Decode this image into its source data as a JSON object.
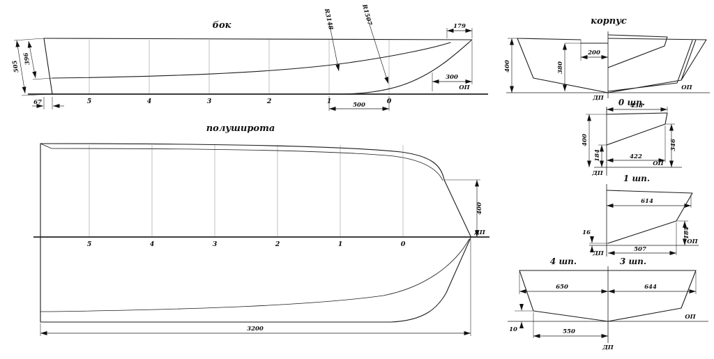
{
  "side_view": {
    "title": "бок",
    "op": "ОП",
    "stations": [
      "5",
      "4",
      "3",
      "2",
      "1",
      "0"
    ],
    "dim_67": "67",
    "dim_505": "505",
    "dim_396": "396",
    "dim_179": "179",
    "dim_300": "300",
    "dim_500": "500",
    "r_chine": "R3148",
    "r_keel": "R1507"
  },
  "half_breadth_view": {
    "title": "полуширота",
    "dp": "ДП",
    "stations": [
      "5",
      "4",
      "3",
      "2",
      "1",
      "0"
    ],
    "dim_400": "400",
    "dim_3200": "3200"
  },
  "body_view": {
    "title": "корпус",
    "op": "ОП",
    "dp": "ДП",
    "dim_400": "400",
    "dim_380": "380",
    "dim_200": "200"
  },
  "section_0": {
    "title": "0 шп.",
    "dim_438": "438",
    "dim_400": "400",
    "dim_422": "422",
    "dim_184": "184",
    "dim_346": "346",
    "dp": "ДП",
    "op": "ОП"
  },
  "section_1": {
    "title": "1 шп.",
    "dim_614": "614",
    "dim_16": "16",
    "dim_507": "507",
    "dim_184": "184",
    "dp": "ДП",
    "op": "ОП"
  },
  "section_3_4": {
    "title_4": "4 шп.",
    "title_3": "3 шп.",
    "dim_650": "650",
    "dim_644": "644",
    "dim_550": "550",
    "dim_10": "10",
    "dp": "ДП",
    "op": "ОП"
  }
}
